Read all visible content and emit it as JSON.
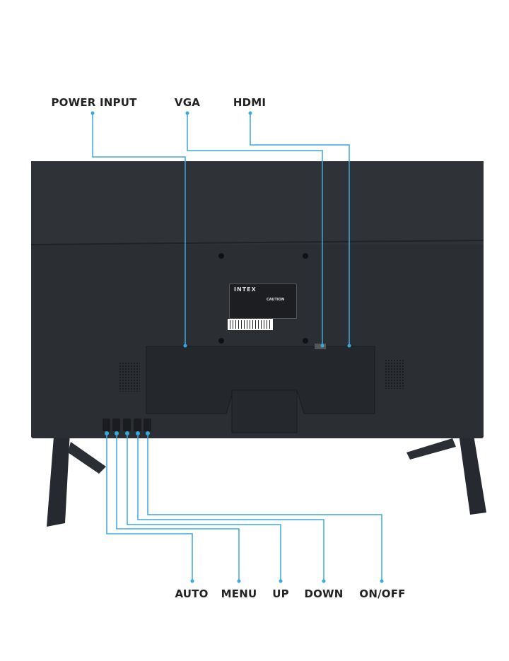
{
  "labels": {
    "power_input": "POWER INPUT",
    "vga": "VGA",
    "hdmi": "HDMI",
    "auto": "AUTO",
    "menu": "MENU",
    "up": "UP",
    "down": "DOWN",
    "on_off": "ON/OFF"
  },
  "sticker": {
    "brand": "INTEX",
    "caution": "CAUTION"
  },
  "colors": {
    "callout_line": "#3aa8e0",
    "monitor_body": "#2b2e33",
    "label_text": "#222222"
  }
}
